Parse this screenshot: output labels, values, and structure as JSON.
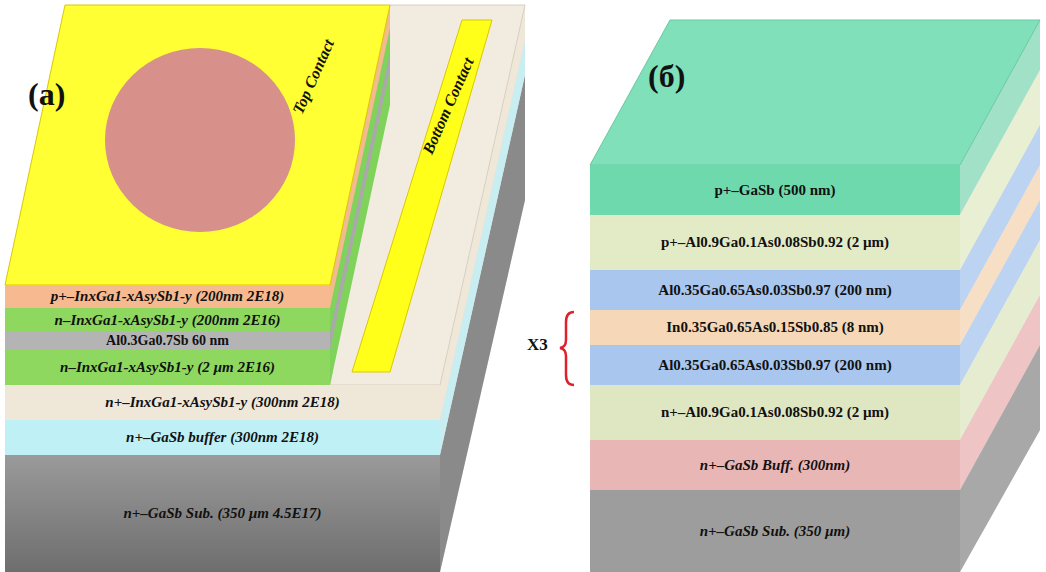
{
  "diagram": {
    "nodes": [
      {
        "text": [
          "p+–InxGa1-xAsySb1-y (200nm 2E18)"
        ]
      },
      {
        "text": [
          "n–InxGa1-xAsySb1-y (200nm 2E16)"
        ]
      },
      {
        "text": [
          "Al0.3Ga0.7Sb 60 nm"
        ]
      },
      {
        "text": [
          "n–InxGa1-xAsySb1-y (2 µm  2E16)"
        ]
      },
      {
        "text": [
          "n+–InxGa1-xAsySb1-y (300nm 2E18)"
        ]
      },
      {
        "text": [
          "n+–GaSb  buffer (300nm 2E18)"
        ]
      },
      {
        "text": [
          "n+–GaSb Sub. (350 µm 4.5E17)"
        ]
      },
      {
        "text": [
          "p+–GaSb (500 nm)"
        ]
      },
      {
        "text": [
          "p+–Al0.9Ga0.1As0.08Sb0.92 (2 µm)"
        ]
      },
      {
        "text": [
          "Al0.35Ga0.65As0.03Sb0.97 (200 nm)"
        ]
      },
      {
        "text": [
          "In0.35Ga0.65As0.15Sb0.85 (8 nm)"
        ]
      },
      {
        "text": [
          "Al0.35Ga0.65As0.03Sb0.97 (200 nm)"
        ]
      },
      {
        "text": [
          "n+–Al0.9Ga0.1As0.08Sb0.92 (2 µm)"
        ]
      },
      {
        "text": [
          "n+–GaSb  Buff. (300nm)"
        ]
      },
      {
        "text": [
          "n+–GaSb  Sub. (350 µm)"
        ]
      }
    ],
    "labels": [
      "(a)",
      "Top Contact",
      "Bottom Contact",
      "(б)",
      "X3"
    ]
  }
}
